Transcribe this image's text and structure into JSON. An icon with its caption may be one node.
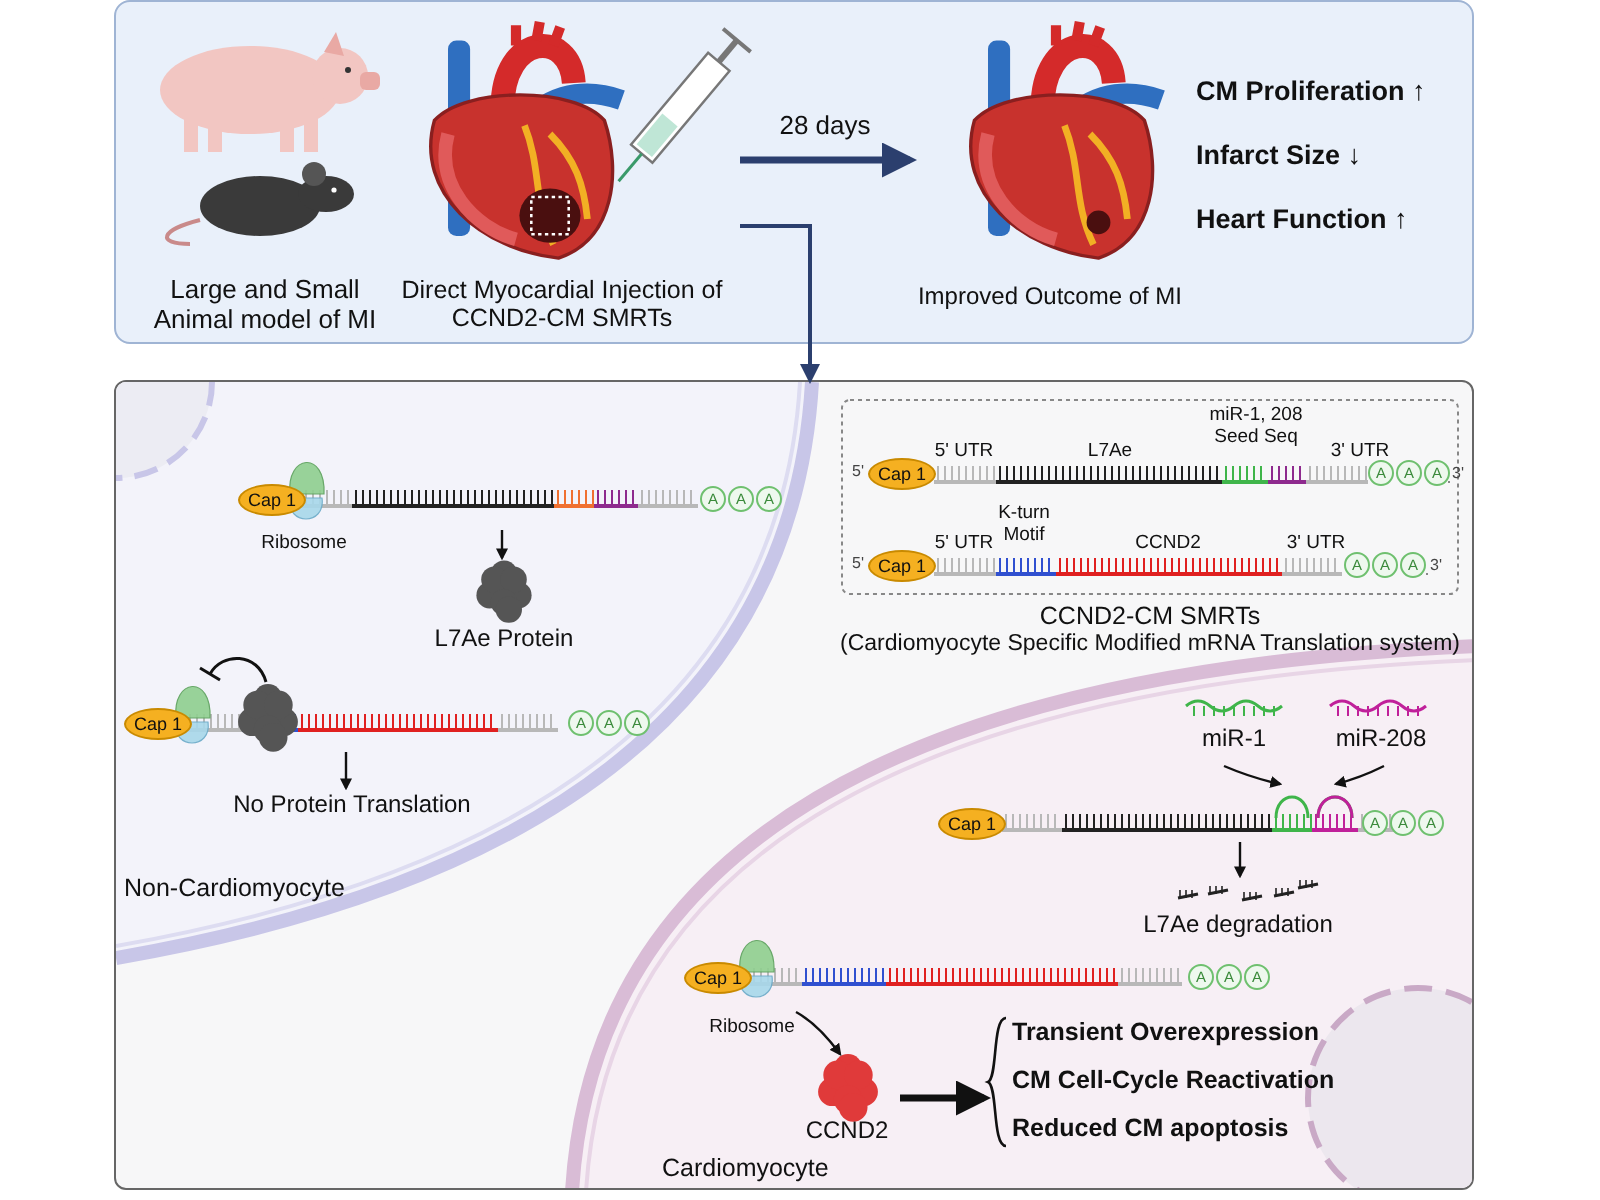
{
  "diagram": {
    "nodes": [
      {
        "text": [
          "Large and Small Animal model of MI"
        ]
      },
      {
        "text": [
          "Direct Myocardial Injection of CCND2-CM SMRTs"
        ]
      },
      {
        "text": [
          "Improved Outcome of MI"
        ]
      },
      {
        "text": [],
        "shape": "box"
      },
      {
        "text": [
          "Non-Cardiomyocyte"
        ],
        "in": 3
      },
      {
        "text": [
          "CCND2-CM SMRTs",
          "(Cardiomyocyte Specific Modified mRNA Translation system)"
        ],
        "in": 3
      },
      {
        "text": [
          "Cardiomyocyte"
        ],
        "in": 3
      },
      {
        "text": [
          "Cap 1",
          "A",
          "A",
          "A"
        ],
        "in": 4,
        "beside": [
          "Ribosome"
        ]
      },
      {
        "text": [
          "L7Ae Protein"
        ],
        "in": 4
      },
      {
        "text": [
          "Cap 1",
          "A",
          "A",
          "A"
        ],
        "in": 4
      },
      {
        "text": [
          "No Protein Translation"
        ],
        "in": 4
      },
      {
        "text": [
          "miR-1"
        ],
        "in": 6
      },
      {
        "text": [
          "miR-208"
        ],
        "in": 6
      },
      {
        "text": [
          "Cap 1",
          "A",
          "A",
          "A"
        ],
        "in": 6
      },
      {
        "text": [
          "L7Ae degradation"
        ],
        "in": 6
      },
      {
        "text": [
          "Cap 1",
          "A",
          "A",
          "A"
        ],
        "in": 6,
        "beside": [
          "Ribosome"
        ]
      },
      {
        "text": [
          "CCND2"
        ],
        "in": 6
      },
      {
        "text": [
          "Transient Overexpression",
          "CM Cell-Cycle Reactivation",
          "Reduced CM apoptosis"
        ],
        "in": 6
      }
    ],
    "edges": [
      {
        "from": 1,
        "to": 2,
        "arrow": "to",
        "label": "28 days",
        "style": "thick",
        "color": "#2b3f6e"
      },
      {
        "from": 1,
        "to": 3,
        "arrow": "to",
        "color": "#2b3f6e"
      },
      {
        "from": 7,
        "to": 8,
        "arrow": "to"
      },
      {
        "from": 9,
        "to": 10,
        "arrow": "to"
      },
      {
        "from": 11,
        "to": 13,
        "arrow": "to"
      },
      {
        "from": 12,
        "to": 13,
        "arrow": "to"
      },
      {
        "from": 13,
        "to": 14,
        "arrow": "to"
      },
      {
        "from": 15,
        "to": 16,
        "arrow": "to"
      },
      {
        "from": 16,
        "to": 17,
        "arrow": "to",
        "style": "thick"
      }
    ],
    "labels": [
      "CM Proliferation ↑",
      "Infarct Size ↓",
      "Heart Function ↑",
      "5'",
      "Cap 1",
      "5' UTR",
      "L7Ae",
      "miR-1, 208 Seed Seq",
      "3' UTR",
      "A",
      "A",
      "A",
      "3'",
      "5'",
      "Cap 1",
      "5' UTR",
      "K-turn Motif",
      "CCND2",
      "3' UTR",
      "A",
      "A",
      "A",
      "3'"
    ]
  }
}
